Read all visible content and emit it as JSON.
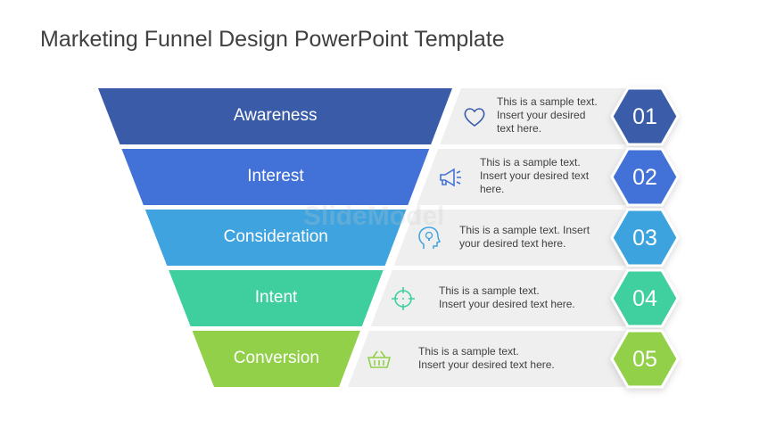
{
  "title": "Marketing Funnel Design PowerPoint Template",
  "watermark": "SlideModel",
  "stages": [
    {
      "label": "Awareness",
      "number": "01",
      "text1": "This is a sample text.",
      "text2": "Insert your desired",
      "text3": "text here.",
      "icon": "heart-icon",
      "color": "#3a5ba8"
    },
    {
      "label": "Interest",
      "number": "02",
      "text1": "This is a sample text.",
      "text2": "Insert your desired text",
      "text3": "here.",
      "icon": "megaphone-icon",
      "color": "#4272d7"
    },
    {
      "label": "Consideration",
      "number": "03",
      "text1": "This is a sample text. Insert",
      "text2": "your desired text here.",
      "icon": "head-lightbulb-icon",
      "color": "#3ea3df"
    },
    {
      "label": "Intent",
      "number": "04",
      "text1": "This is a sample text.",
      "text2": "Insert your desired text here.",
      "icon": "target-icon",
      "color": "#3fcf9e"
    },
    {
      "label": "Conversion",
      "number": "05",
      "text1": "This is a sample text.",
      "text2": "Insert your desired text here.",
      "icon": "basket-icon",
      "color": "#92d04a"
    }
  ]
}
